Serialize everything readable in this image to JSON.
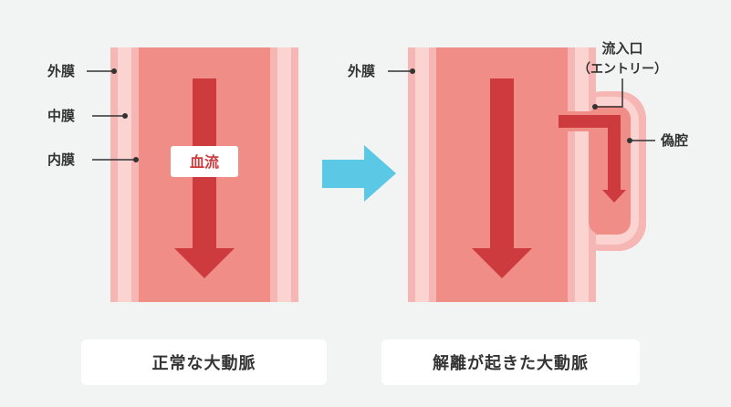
{
  "left_panel": {
    "labels": {
      "adventitia": "外膜",
      "media": "中膜",
      "intima": "内膜"
    },
    "blood_flow_label": "血流",
    "caption": "正常な大動脈"
  },
  "right_panel": {
    "labels": {
      "adventitia": "外膜",
      "entry_line1": "流入口",
      "entry_line2": "（エントリー）",
      "false_lumen": "偽腔"
    },
    "caption": "解離が起きた大動脈"
  },
  "colors": {
    "background": "#f2f3f3",
    "outer_wall": "#f6b6b4",
    "middle_wall": "#fbd3d1",
    "lumen": "#f08d87",
    "arrow": "#cd3b3e",
    "transition_arrow": "#5bc8e5",
    "text": "#333333",
    "caption_bg": "#ffffff"
  }
}
